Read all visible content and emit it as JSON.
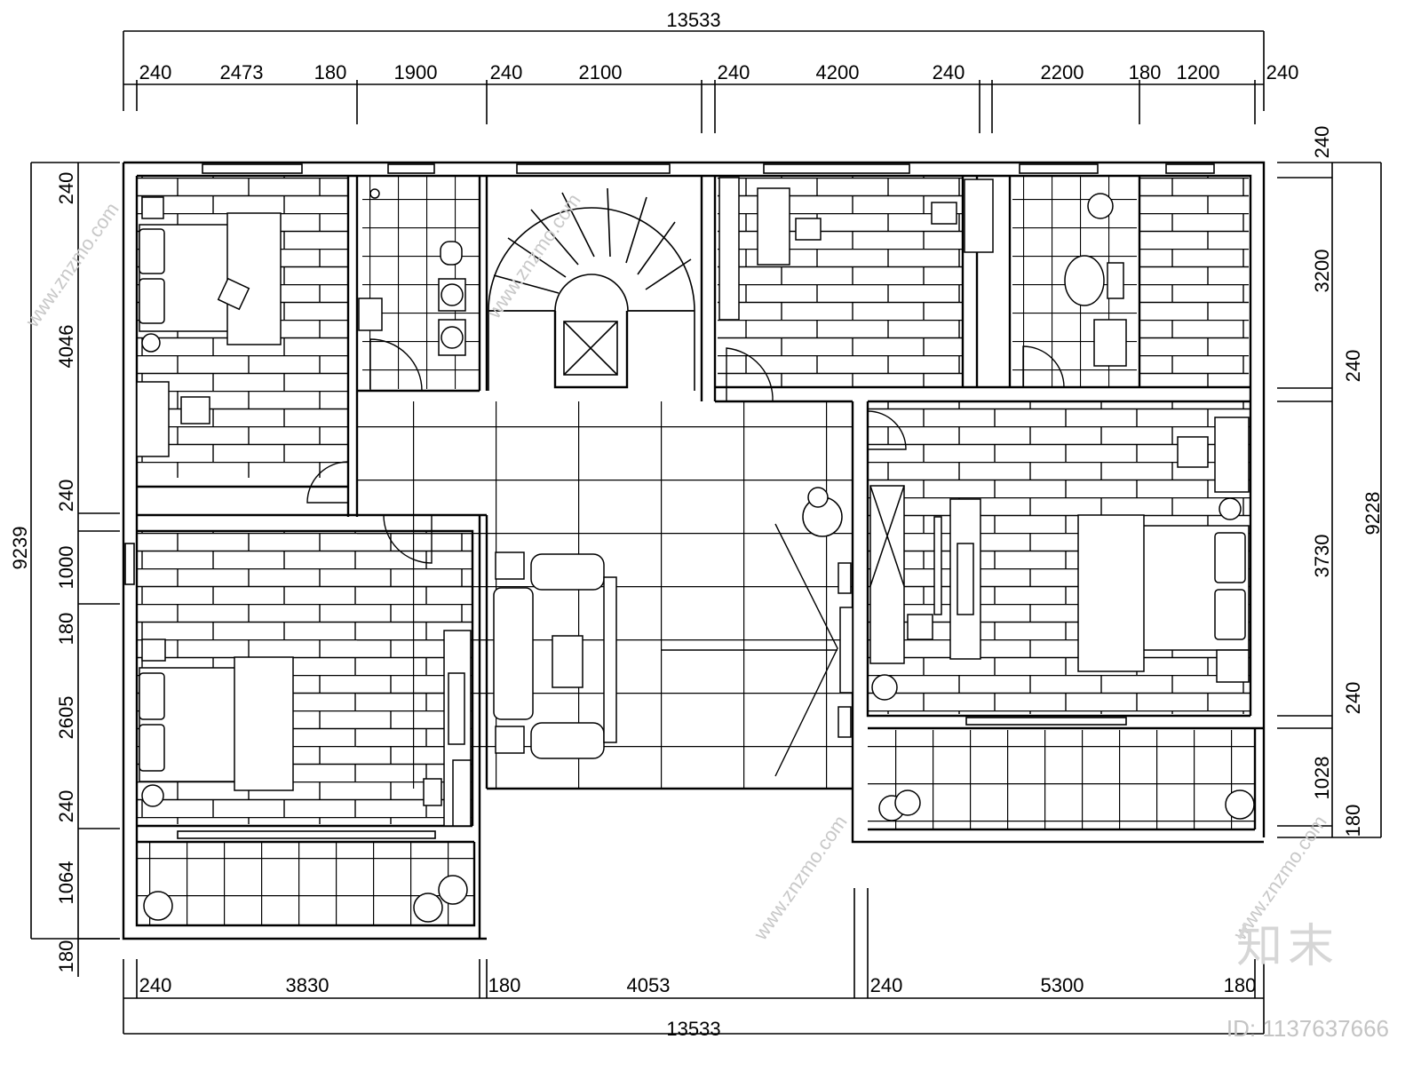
{
  "plan": {
    "top_total": "13533",
    "top_dims": [
      "240",
      "2473",
      "180",
      "1900",
      "240",
      "2100",
      "240",
      "4200",
      "240",
      "2200",
      "180",
      "1200",
      "240"
    ],
    "bottom_total": "13533",
    "bottom_dims": [
      "240",
      "3830",
      "180",
      "4053",
      "240",
      "5300",
      "180"
    ],
    "left_total": "9239",
    "left_dims": [
      "240",
      "4046",
      "240",
      "1000",
      "180",
      "2605",
      "240",
      "1064",
      "180"
    ],
    "right_total": "9228",
    "right_dims": [
      "240",
      "3200",
      "240",
      "3730",
      "240",
      "1028",
      "180"
    ]
  },
  "watermark": {
    "text": "www.znzmo.com",
    "brand": "知末",
    "id": "ID: 1137637666"
  }
}
